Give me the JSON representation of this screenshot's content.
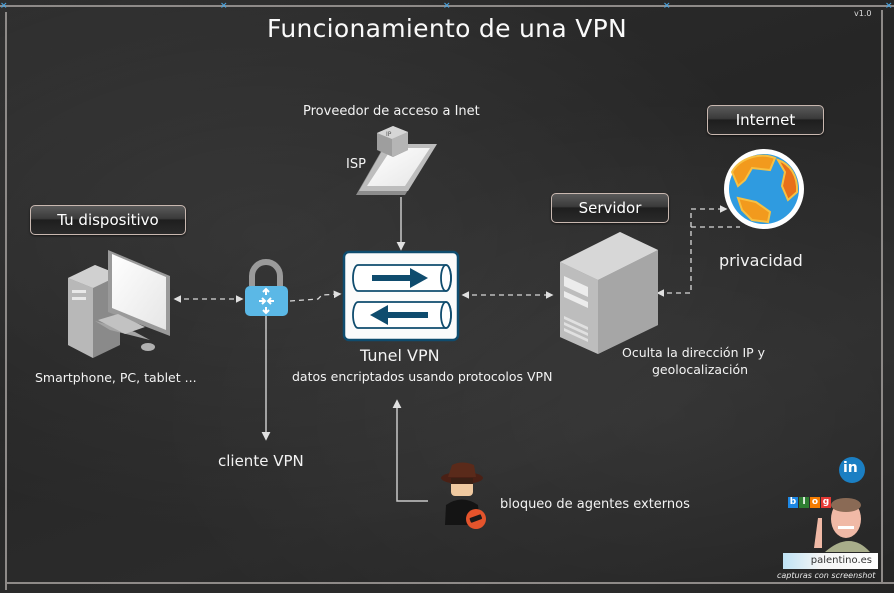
{
  "title": "Funcionamiento de una VPN",
  "version": "v1.0",
  "nodes": {
    "device": {
      "label": "Tu dispositivo",
      "caption": "Smartphone, PC, tablet ..."
    },
    "client": {
      "caption": "cliente VPN"
    },
    "isp": {
      "caption_top": "Proveedor de acceso a Inet",
      "caption_side": "ISP"
    },
    "tunnel": {
      "title": "Tunel VPN",
      "caption": "datos encriptados usando protocolos VPN"
    },
    "server": {
      "label": "Servidor",
      "caption_line1": "Oculta la dirección IP y",
      "caption_line2": "geolocalización"
    },
    "internet": {
      "label": "Internet",
      "caption": "privacidad"
    },
    "agent": {
      "caption": "bloqueo de agentes externos"
    }
  },
  "branding": {
    "blog_letters": [
      "b",
      "l",
      "o",
      "g"
    ],
    "blog_colors": [
      "#1e88e5",
      "#2e7d32",
      "#f57c00",
      "#e53935"
    ],
    "site": "palentino.es",
    "caption": "capturas con screenshot",
    "social_icon": "linkedin-icon",
    "social_text": "in"
  },
  "colors": {
    "chalkboard": "#2a2a2a",
    "tunnel_blue": "#0f4c6e",
    "vpn_lock_blue": "#5bb8e6",
    "globe_ocean": "#2f9be0",
    "globe_land": "#f29a1d",
    "block_red": "#e4542c"
  }
}
